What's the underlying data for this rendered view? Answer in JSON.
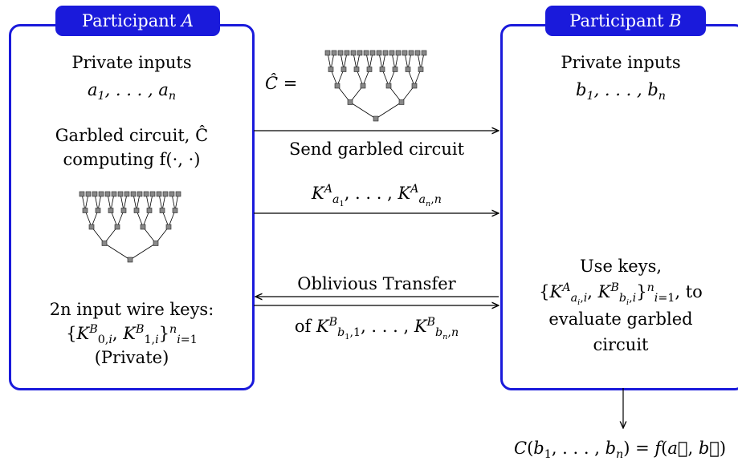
{
  "participant_a": {
    "title_prefix": "Participant ",
    "title_var": "A",
    "private_inputs_label": "Private inputs",
    "private_inputs_values": "a1, . . . , an",
    "garbled_line1": "Garbled circuit, Ĉ",
    "garbled_line2": "computing f(·, ·)",
    "keys_line1": "2n input wire keys:",
    "keys_line2": "{K^B_{0,i}, K^B_{1,i}}^n_{i=1}",
    "keys_line3": "(Private)"
  },
  "participant_b": {
    "title_prefix": "Participant ",
    "title_var": "B",
    "private_inputs_label": "Private inputs",
    "private_inputs_values": "b1, . . . , bn",
    "use_keys_line1": "Use keys,",
    "use_keys_line2": "{K^A_{ai,i}, K^B_{bi,i}}^n_{i=1}, to",
    "use_keys_line3": "evaluate garbled",
    "use_keys_line4": "circuit"
  },
  "messages": {
    "circuit_label": "Ĉ =",
    "send_circuit": "Send garbled circuit",
    "keys_sent": "K^A_{a1}, . . . , K^A_{an,n}",
    "ot_line1": "Oblivious Transfer",
    "ot_line2": "of K^B_{b1,1}, . . . , K^B_{bn,n}"
  },
  "output": "C(b1, . . . , bn) = f(a⃗, b⃗)",
  "colors": {
    "box_border": "#1a1adb",
    "tab_fill": "#1a1adb",
    "tab_text": "#ffffff"
  }
}
